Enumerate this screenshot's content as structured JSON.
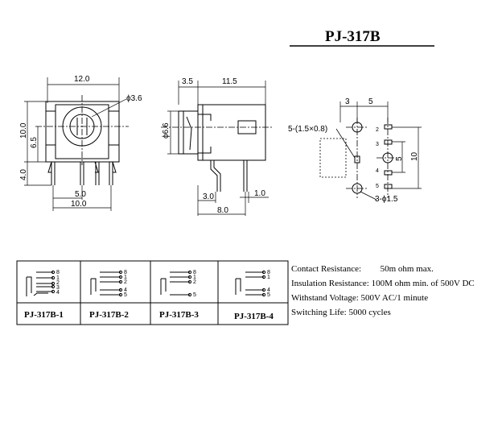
{
  "title": "PJ-317B",
  "front_view": {
    "width_dim": "12.0",
    "hole_dim": "ϕ3.6",
    "height_dim": "10.0",
    "center_dim": "6.5",
    "pin_length_dim": "4.0",
    "pin_spacing_dim": "5.0",
    "pin_span_dim": "10.0"
  },
  "side_view": {
    "front_dim": "3.5",
    "body_dim": "11.5",
    "diameter_dim": "ϕ6.6",
    "pin_offset_dim": "3.0",
    "pin_width_dim": "1.0",
    "total_dim": "8.0"
  },
  "pcb_layout": {
    "dim_a": "3",
    "dim_b": "5",
    "slot_dim": "5-(1.5×0.8)",
    "height_dim": "10",
    "mid_dim": "5",
    "hole_dim": "3-ϕ1.5",
    "pin_labels": [
      "2",
      "3",
      "4",
      "5"
    ]
  },
  "variants": [
    {
      "name": "PJ-317B-1",
      "pins": [
        "8",
        "1",
        "2",
        "3",
        "4"
      ]
    },
    {
      "name": "PJ-317B-2",
      "pins": [
        "8",
        "1",
        "2",
        "4",
        "5"
      ]
    },
    {
      "name": "PJ-317B-3",
      "pins": [
        "8",
        "1",
        "2",
        "5"
      ]
    },
    {
      "name": "PJ-317B-4",
      "pins": [
        "8",
        "1",
        "4",
        "5"
      ]
    }
  ],
  "specs": [
    {
      "label": "Contact Resistance:",
      "value": "50m ohm max."
    },
    {
      "label": "Insulation Resistance:",
      "value": "100M ohm min. of 500V DC"
    },
    {
      "label": "Withstand Voltage:",
      "value": "500V AC/1 minute"
    },
    {
      "label": "Switching Life:",
      "value": "5000 cycles"
    }
  ]
}
